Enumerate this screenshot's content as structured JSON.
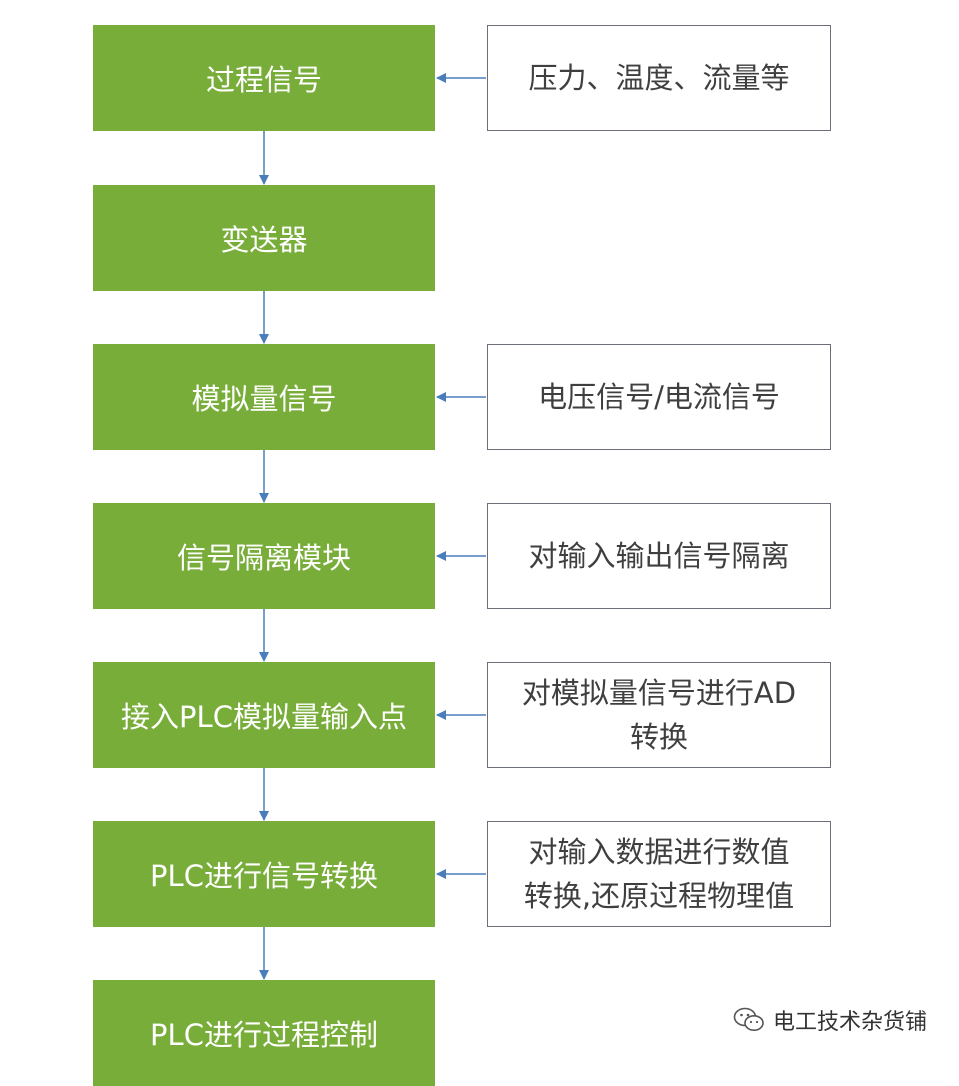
{
  "steps": [
    "过程信号",
    "变送器",
    "模拟量信号",
    "信号隔离模块",
    "接入PLC模拟量输入点",
    "PLC进行信号转换",
    "PLC进行过程控制"
  ],
  "notes": {
    "n1": "压力、温度、流量等",
    "n3": "电压信号/电流信号",
    "n4": "对输入输出信号隔离",
    "n5": {
      "line1": "对模拟量信号进行AD",
      "line2": "转换"
    },
    "n6": {
      "line1": "对输入数据进行数值",
      "line2": "转换,还原过程物理值"
    }
  },
  "watermark": "电工技术杂货铺",
  "colors": {
    "step_fill": "#78ad3a",
    "arrow": "#4a7ebb",
    "note_border": "#6b6f7a"
  }
}
